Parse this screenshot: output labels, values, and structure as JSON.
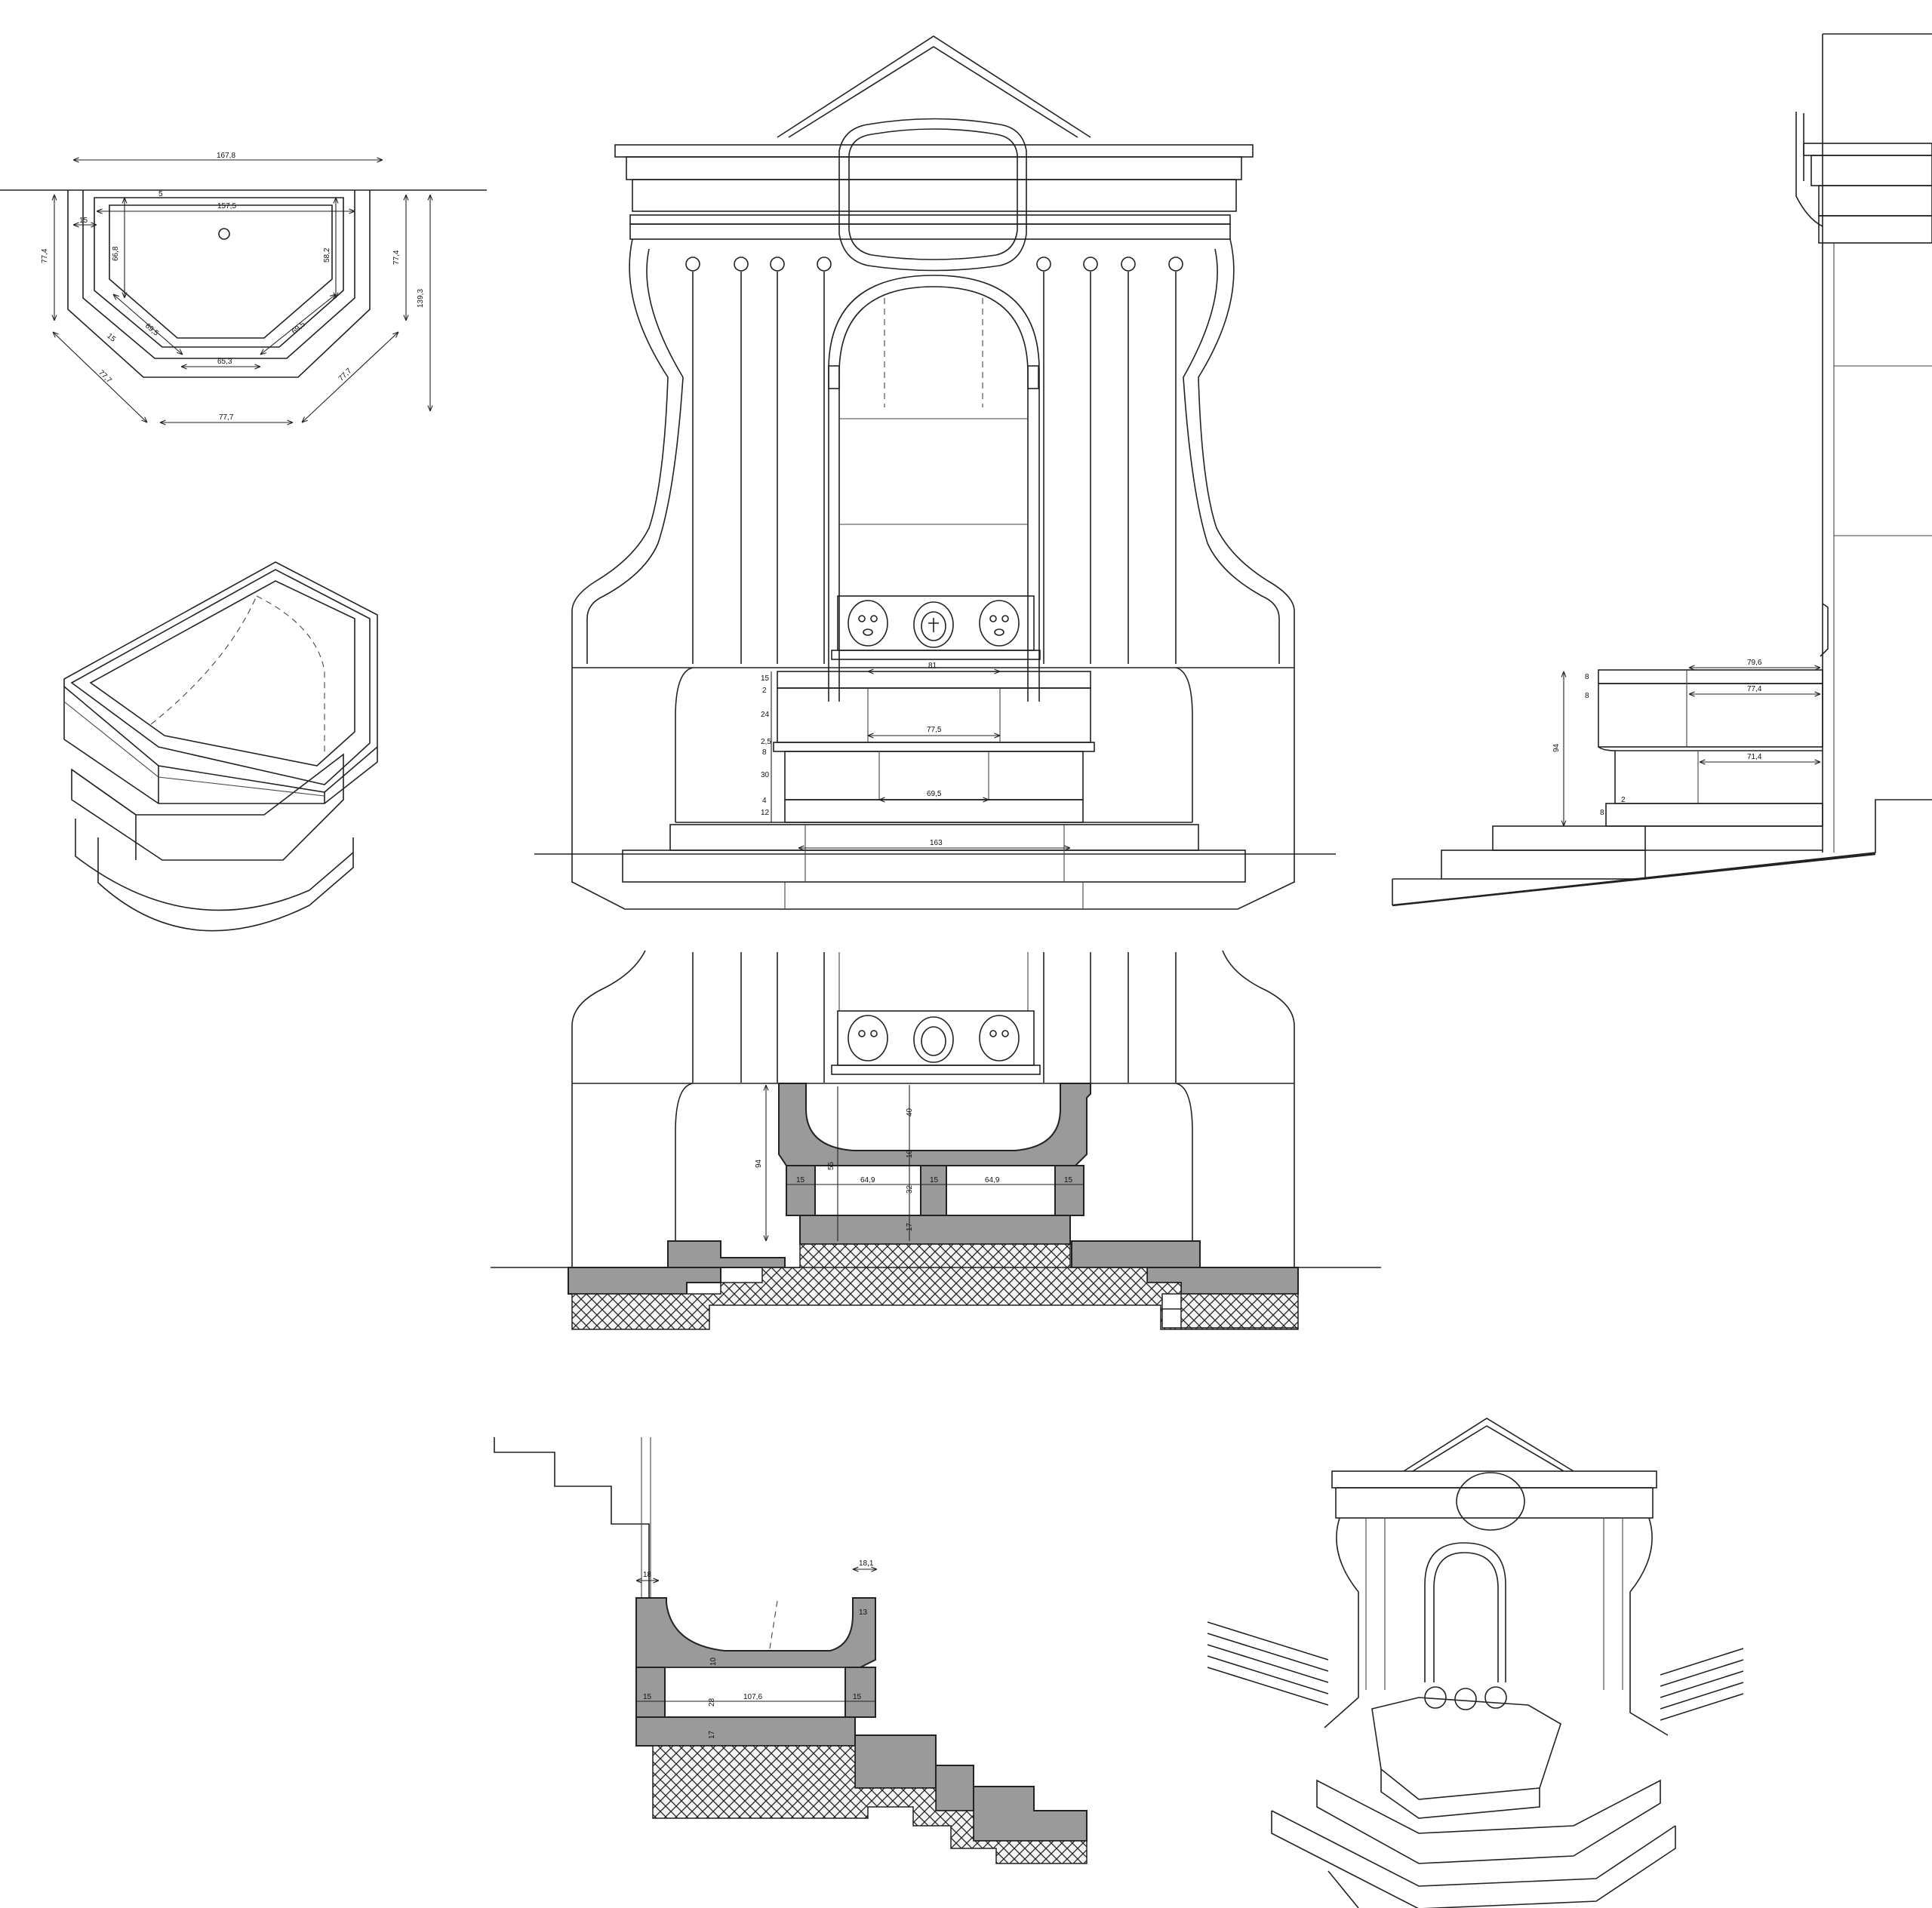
{
  "plan": {
    "w_total": "167,8",
    "w_inner": "157,5",
    "side_a": "77,4",
    "side_b": "77,4",
    "height": "139,3",
    "rim": "15",
    "top": "5",
    "in_left": "66,8",
    "in_right": "58,2",
    "diag_left": "69,5",
    "diag_right": "69,5",
    "bottom_in": "65,3",
    "b15": "15",
    "diag_out_l": "77,7",
    "diag_out_r": "77,7",
    "bottom_out": "77,7"
  },
  "front": {
    "basin_top": "81",
    "mid": "77,5",
    "low": "69,5",
    "base": "163",
    "v1": "15",
    "v2": "2",
    "v3": "24",
    "v4": "2,5",
    "v5": "8",
    "v6": "30",
    "v7": "4",
    "v8": "12"
  },
  "side": {
    "d1": "79,6",
    "d2": "77,4",
    "d3": "71,4",
    "h": "94",
    "s1": "8",
    "s2": "8",
    "s3": "2"
  },
  "section": {
    "h_total": "94",
    "h_inner": "55",
    "bowl": "40",
    "mid": "10",
    "v32": "32",
    "v17": "17",
    "w1": "15",
    "w2": "64,9",
    "w3": "15",
    "w4": "64,9",
    "w5": "15"
  },
  "section_side": {
    "t1": "18",
    "t2": "18,1",
    "r": "13",
    "m": "10",
    "w_l": "15",
    "w_c": "107,6",
    "w_r": "15",
    "h": "28",
    "b": "17"
  }
}
